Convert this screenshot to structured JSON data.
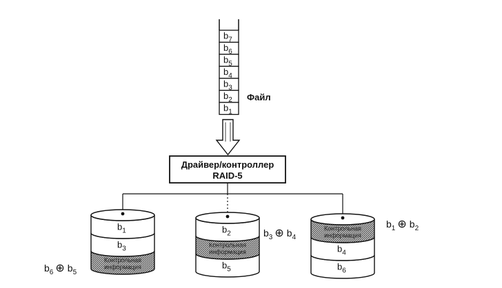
{
  "file": {
    "label": "Файл",
    "blocks": [
      {
        "name": "b",
        "sub": "7"
      },
      {
        "name": "b",
        "sub": "6"
      },
      {
        "name": "b",
        "sub": "5"
      },
      {
        "name": "b",
        "sub": "4"
      },
      {
        "name": "b",
        "sub": "3"
      },
      {
        "name": "b",
        "sub": "2"
      },
      {
        "name": "b",
        "sub": "1"
      }
    ]
  },
  "controller": {
    "line1": "Драйвер/контроллер",
    "line2": "RAID-5"
  },
  "disks": [
    {
      "layers": [
        {
          "type": "data",
          "name": "b",
          "sub": "1"
        },
        {
          "type": "data",
          "name": "b",
          "sub": "3"
        },
        {
          "type": "parity",
          "line1": "Контрольная",
          "line2": "информация"
        }
      ],
      "parity_formula": {
        "a": "b",
        "a_sub": "6",
        "op": "⊕",
        "b": "b",
        "b_sub": "5"
      }
    },
    {
      "layers": [
        {
          "type": "data",
          "name": "b",
          "sub": "2"
        },
        {
          "type": "parity",
          "line1": "Контрольная",
          "line2": "информация"
        },
        {
          "type": "data",
          "name": "b",
          "sub": "5"
        }
      ],
      "parity_formula": {
        "a": "b",
        "a_sub": "3",
        "op": "⊕",
        "b": "b",
        "b_sub": "4"
      }
    },
    {
      "layers": [
        {
          "type": "parity",
          "line1": "Контрольная",
          "line2": "информация"
        },
        {
          "type": "data",
          "name": "b",
          "sub": "4"
        },
        {
          "type": "data",
          "name": "b",
          "sub": "6"
        }
      ],
      "parity_formula": {
        "a": "b",
        "a_sub": "1",
        "op": "⊕",
        "b": "b",
        "b_sub": "2"
      }
    }
  ]
}
